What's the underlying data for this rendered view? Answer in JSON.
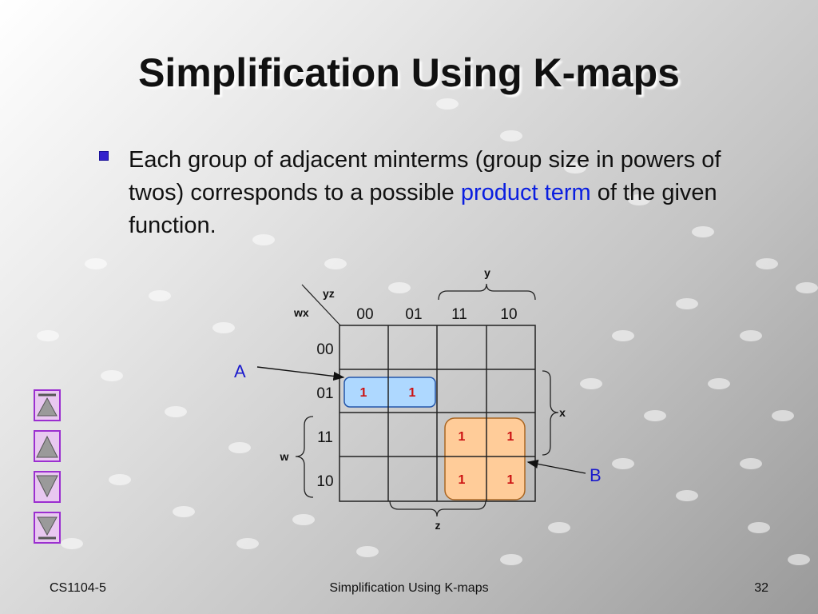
{
  "slide": {
    "title": "Simplification Using K-maps",
    "bullet": {
      "part1": "Each group of adjacent minterms (group size in powers of twos) corresponds to a possible ",
      "highlight1": "product",
      "space": " ",
      "highlight2": "term",
      "part2": " of the given function."
    }
  },
  "kmap": {
    "corner_col_var": "yz",
    "corner_row_var": "wx",
    "col_headers": [
      "00",
      "01",
      "11",
      "10"
    ],
    "row_headers": [
      "00",
      "01",
      "11",
      "10"
    ],
    "cells": [
      [
        "",
        "",
        "",
        ""
      ],
      [
        "1",
        "1",
        "",
        ""
      ],
      [
        "",
        "",
        "1",
        "1"
      ],
      [
        "",
        "",
        "1",
        "1"
      ]
    ],
    "brace_labels": {
      "y": "y",
      "x": "x",
      "w": "w",
      "z": "z"
    },
    "group_labels": {
      "A": "A",
      "B": "B"
    },
    "colors": {
      "group_a_fill": "#aed8ff",
      "group_a_stroke": "#2255aa",
      "group_b_fill": "#ffcc99",
      "group_b_stroke": "#aa6622",
      "one_color": "#cc1111",
      "label_color": "#1a1acc"
    }
  },
  "nav": {
    "buttons": [
      "first-slide-icon",
      "previous-slide-icon",
      "next-slide-icon",
      "last-slide-icon"
    ]
  },
  "footer": {
    "left": "CS1104-5",
    "center": "Simplification Using K-maps",
    "right": "32"
  }
}
